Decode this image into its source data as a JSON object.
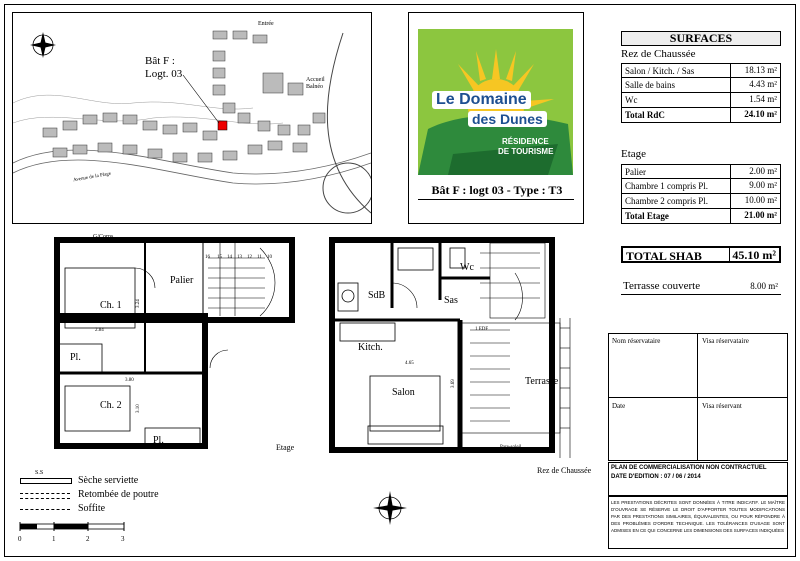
{
  "site_plan": {
    "label_bat": "Bât F :",
    "label_logt": "Logt. 03",
    "label_entree": "Entrée",
    "label_accueil": "Accueil",
    "label_balneo": "Balnéo",
    "label_avenue": "Avenue de la Plage"
  },
  "logo": {
    "line1": "Le Domaine",
    "line2": "des Dunes",
    "sub1": "RÉSIDENCE",
    "sub2": "DE TOURISME",
    "caption": "Bât F : logt 03 - Type : T3",
    "colors": {
      "background": "#8cc63f",
      "sun": "#f6c623",
      "text_blue": "#1d4f91"
    }
  },
  "surfaces": {
    "title": "SURFACES",
    "rdc_label": "Rez de Chaussée",
    "rdc_rows": [
      {
        "label": "Salon / Kitch. / Sas",
        "value": "18.13 m²"
      },
      {
        "label": "Salle de bains",
        "value": "4.43 m²"
      },
      {
        "label": "Wc",
        "value": "1.54 m²"
      }
    ],
    "rdc_total": {
      "label": "Total RdC",
      "value": "24.10 m²"
    },
    "etage_label": "Etage",
    "etage_rows": [
      {
        "label": "Palier",
        "value": "2.00 m²"
      },
      {
        "label": "Chambre 1 compris Pl.",
        "value": "9.00 m²"
      },
      {
        "label": "Chambre 2 compris Pl.",
        "value": "10.00 m²"
      }
    ],
    "etage_total": {
      "label": "Total Etage",
      "value": "21.00 m²"
    },
    "shab": {
      "label": "TOTAL SHAB",
      "value": "45.10 m²"
    },
    "terrasse": {
      "label": "Terrasse couverte",
      "value": "8.00 m²"
    }
  },
  "plan_etage": {
    "gcorps": "G/Corps",
    "ch1": "Ch. 1",
    "ch2": "Ch. 2",
    "palier": "Palier",
    "pl1": "Pl.",
    "pl2": "Pl.",
    "dim_324": "3.24",
    "dim_284": "2.84",
    "dim_380": "3.80",
    "dim_310": "3.10",
    "stair_nums": [
      "16",
      "15",
      "14",
      "13",
      "12",
      "11",
      "10"
    ],
    "caption": "Etage"
  },
  "plan_rdc": {
    "sdb": "SdB",
    "wc": "Wc",
    "sas": "Sas",
    "kitch": "Kitch.",
    "salon": "Salon",
    "terrasse": "Terrasse",
    "edf": "1 EDF",
    "dim_465": "4.65",
    "dim_369": "3.69",
    "pare": "Pare-soleil",
    "caption": "Rez de Chaussée"
  },
  "legend": {
    "ss": "S.S",
    "items": [
      "Sèche serviette",
      "Retombée de poutre",
      "Soffite"
    ],
    "scale": [
      "0",
      "1",
      "2",
      "3"
    ]
  },
  "form": {
    "nom_reservataire": "Nom réservataire",
    "visa_reservataire": "Visa réservataire",
    "date": "Date",
    "visa_reservant": "Visa réservant",
    "plan_title": "PLAN DE COMMERCIALISATION NON CONTRACTUEL",
    "date_edition": "DATE D'EDITION : 07 / 06 / 2014",
    "disclaimer": "LES PRESTATIONS DÉCRITES SONT DONNÉES À TITRE INDICATIF. LE MAÎTRE D'OUVRAGE SE RÉSERVE LE DROIT D'APPORTER TOUTES MODIFICATIONS PAR DES PRESTATIONS SIMILAIRES, ÉQUIVALENTES, OU POUR RÉPONDRE À DES PROBLÈMES D'ORDRE TECHNIQUE. LES TOLÉRANCES D'USAGE SONT ADMISES EN CE QUI CONCERNE LES DIMENSIONS DES SURFACES INDIQUÉES"
  }
}
